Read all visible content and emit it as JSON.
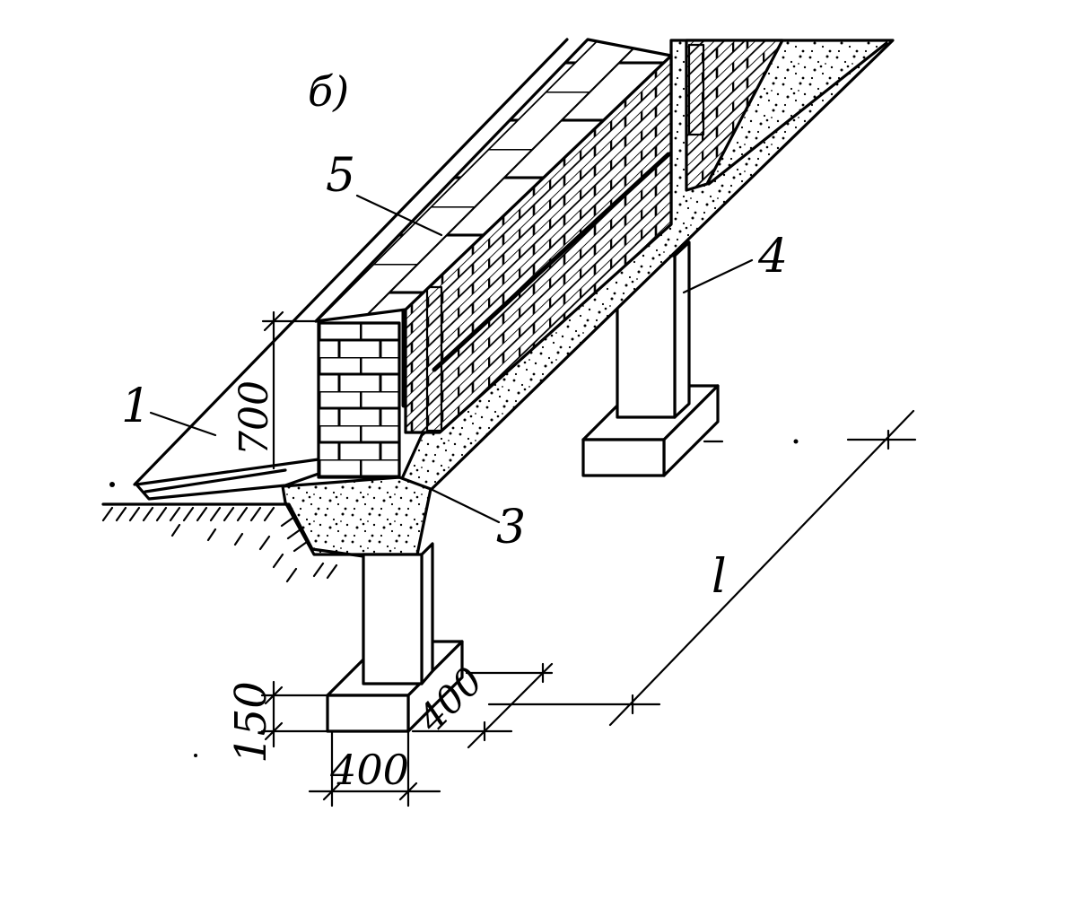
{
  "subfigure_label": "б)",
  "callouts": [
    "5",
    "4",
    "1",
    "3"
  ],
  "dimensions": {
    "wall_height": "700",
    "footing_height": "150",
    "footing_width": "400",
    "footing_depth": "400",
    "column_spacing": "l"
  },
  "colors": {
    "ink": "#000000",
    "paper": "#ffffff"
  }
}
